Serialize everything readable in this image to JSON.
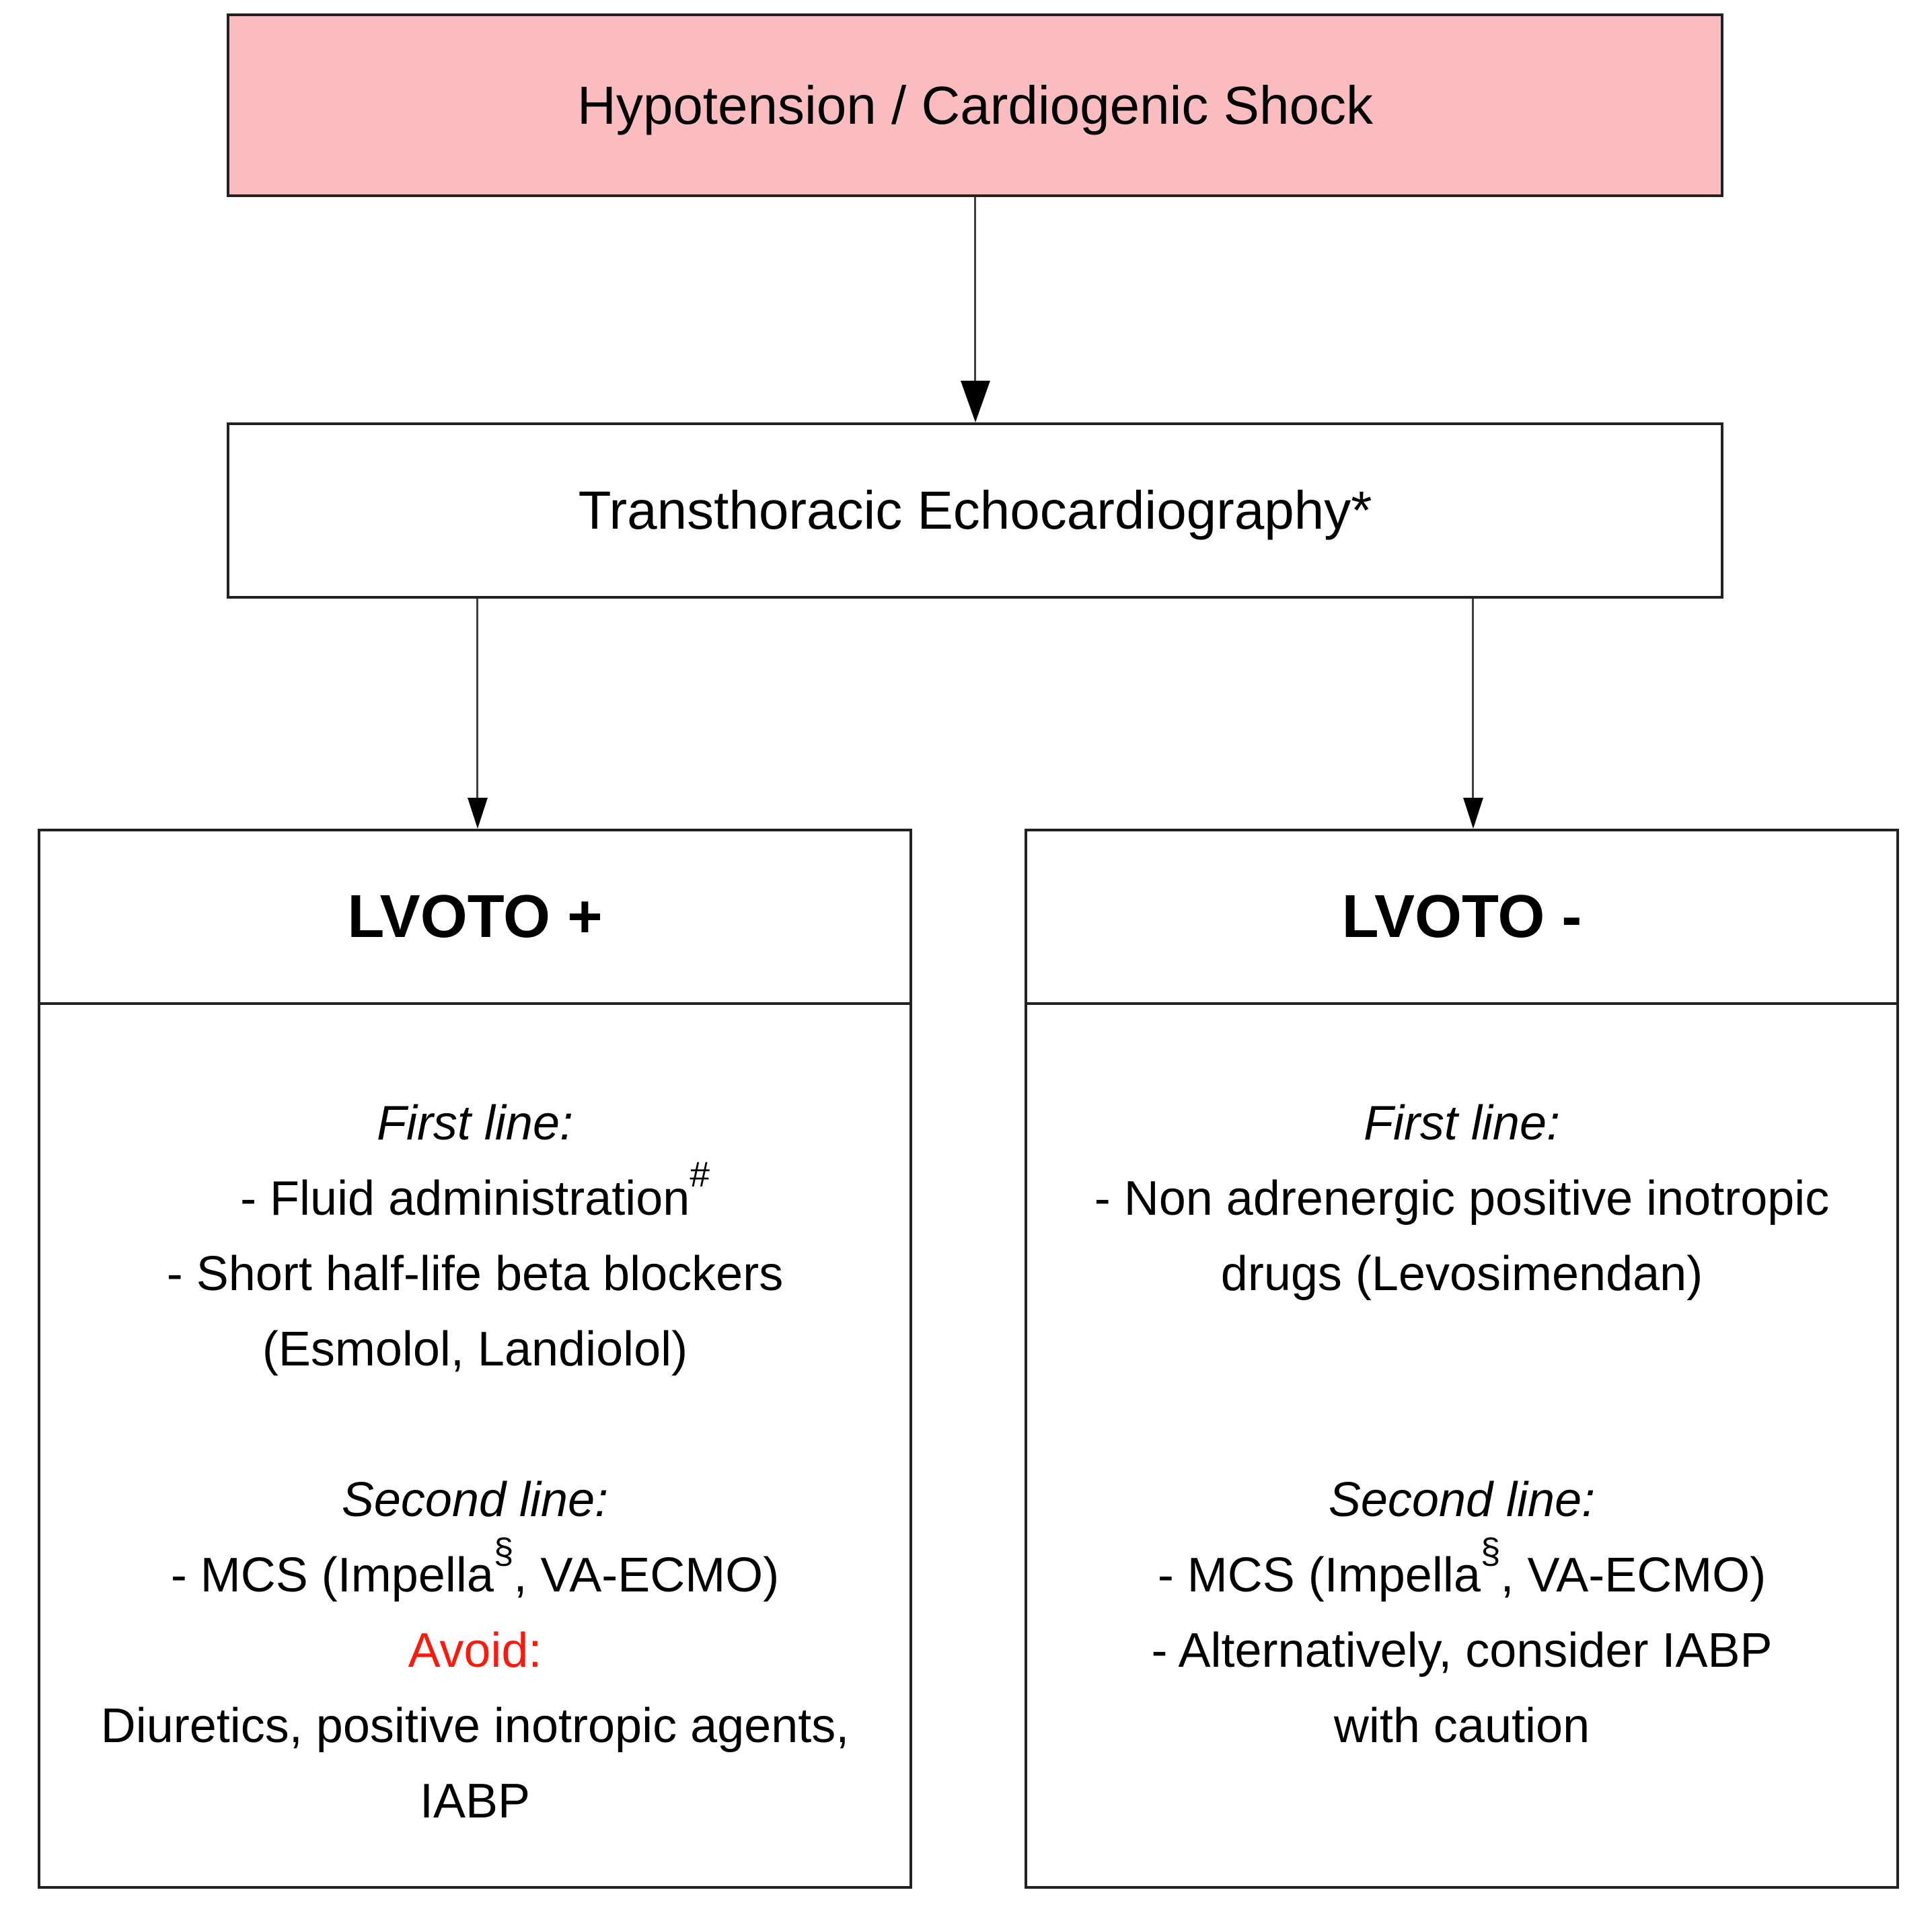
{
  "title_box": {
    "label": "Hypotension / Cardiogenic Shock"
  },
  "echo_box": {
    "label": "Transthoracic Echocardiography*"
  },
  "lvoto_positive": {
    "header": "LVOTO +",
    "first_line_heading": "First line:",
    "fluid_item": {
      "text": "- Fluid administration",
      "superscript": "#"
    },
    "beta_blockers_item": {
      "line1": "- Short half-life beta blockers",
      "line2": "(Esmolol, Landiolol)"
    },
    "second_line_heading": "Second line:",
    "mcs_item": {
      "pre": "- MCS (Impella",
      "superscript": "§",
      "post": ", VA-ECMO)"
    },
    "avoid_heading": "Avoid:",
    "avoid_item": {
      "line1": "Diuretics, positive inotropic agents,",
      "line2": "IABP"
    }
  },
  "lvoto_negative": {
    "header": "LVOTO -",
    "first_line_heading": "First line:",
    "inotropic_item": {
      "line1": "- Non adrenergic positive inotropic",
      "line2": "drugs (Levosimendan)"
    },
    "second_line_heading": "Second line:",
    "mcs_item": {
      "pre": "- MCS (Impella",
      "superscript": "§",
      "post": ", VA-ECMO)"
    },
    "iabp_item": {
      "line1": "- Alternatively, consider IABP",
      "line2": "with caution"
    }
  },
  "colors": {
    "top_box_fill": "#fbbcc0",
    "avoid_red": "#fa1a0e",
    "box_border": "#222222",
    "connector_line": "#3f3f3f"
  }
}
